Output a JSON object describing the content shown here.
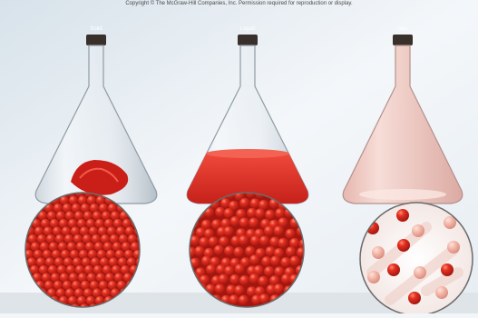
{
  "copyright": "Copyright © The McGraw-Hill Companies, Inc. Permission required for reproduction or display.",
  "flasks": [
    {
      "label": "Solid",
      "state": "solid",
      "particle_color": "#d8261f"
    },
    {
      "label": "Liquid",
      "state": "liquid",
      "particle_color": "#e8332a"
    },
    {
      "label": "Gas",
      "state": "gas",
      "particle_color": "#c8201c"
    }
  ],
  "colors": {
    "background": "#f3f6f9",
    "gas_tint": "#f4cfc8",
    "liquid": "#ec3b2f"
  }
}
